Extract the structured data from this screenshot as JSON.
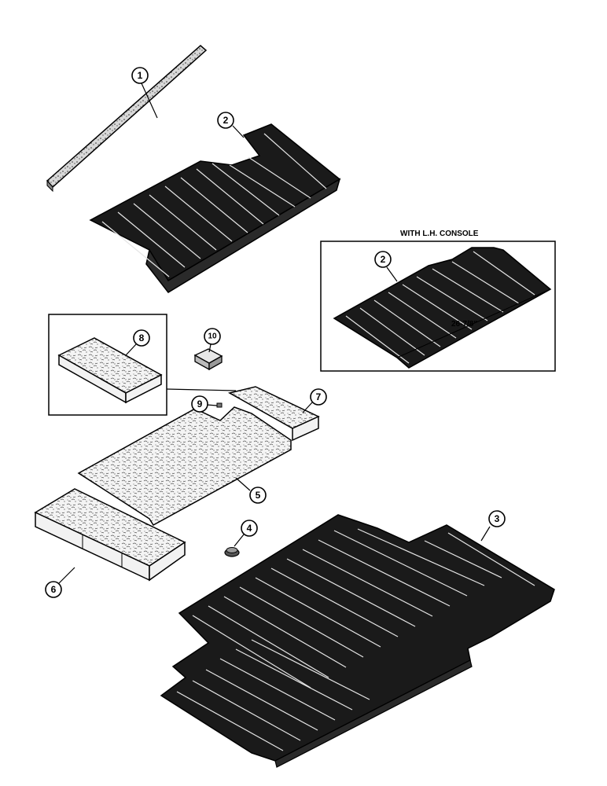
{
  "inset_right": {
    "caption": "WITH L.H. CONSOLE",
    "dimension": "26-7/8\""
  },
  "callouts": [
    {
      "id": "callout-1",
      "label": "1"
    },
    {
      "id": "callout-2",
      "label": "2"
    },
    {
      "id": "callout-2b",
      "label": "2"
    },
    {
      "id": "callout-3",
      "label": "3"
    },
    {
      "id": "callout-4",
      "label": "4"
    },
    {
      "id": "callout-5",
      "label": "5"
    },
    {
      "id": "callout-6",
      "label": "6"
    },
    {
      "id": "callout-7",
      "label": "7"
    },
    {
      "id": "callout-8",
      "label": "8"
    },
    {
      "id": "callout-9",
      "label": "9"
    },
    {
      "id": "callout-10",
      "label": "10"
    }
  ]
}
